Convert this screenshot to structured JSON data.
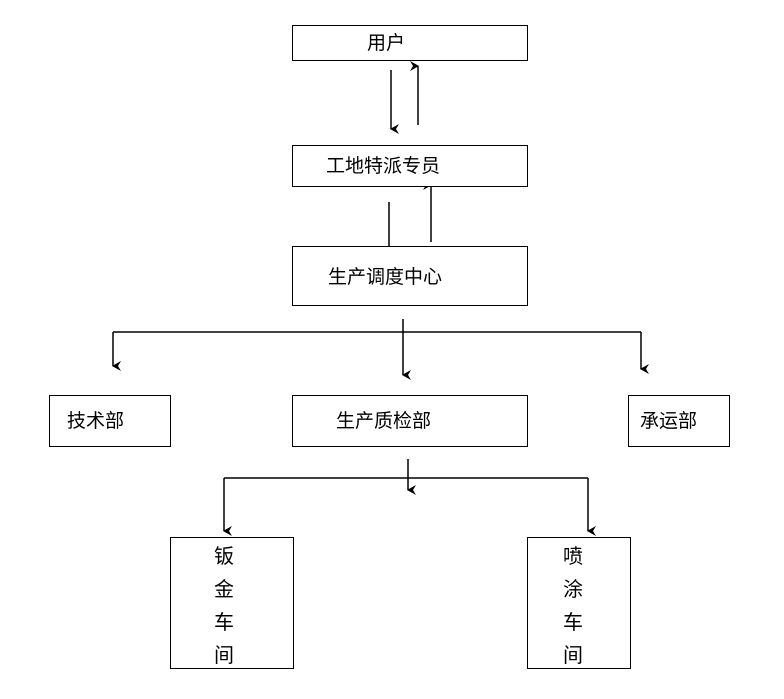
{
  "nodes": {
    "user": "用户",
    "site_agent": "工地特派专员",
    "dispatch_center": "生产调度中心",
    "tech_dept": "技术部",
    "quality_dept": "生产质检部",
    "transport_dept": "承运部",
    "sheet_metal_workshop": [
      "钣",
      "金",
      "车",
      "间"
    ],
    "paint_workshop": [
      "喷",
      "涂",
      "车",
      "间"
    ]
  },
  "colors": {
    "line": "#000000",
    "box_border": "#000000",
    "background": "#ffffff"
  }
}
